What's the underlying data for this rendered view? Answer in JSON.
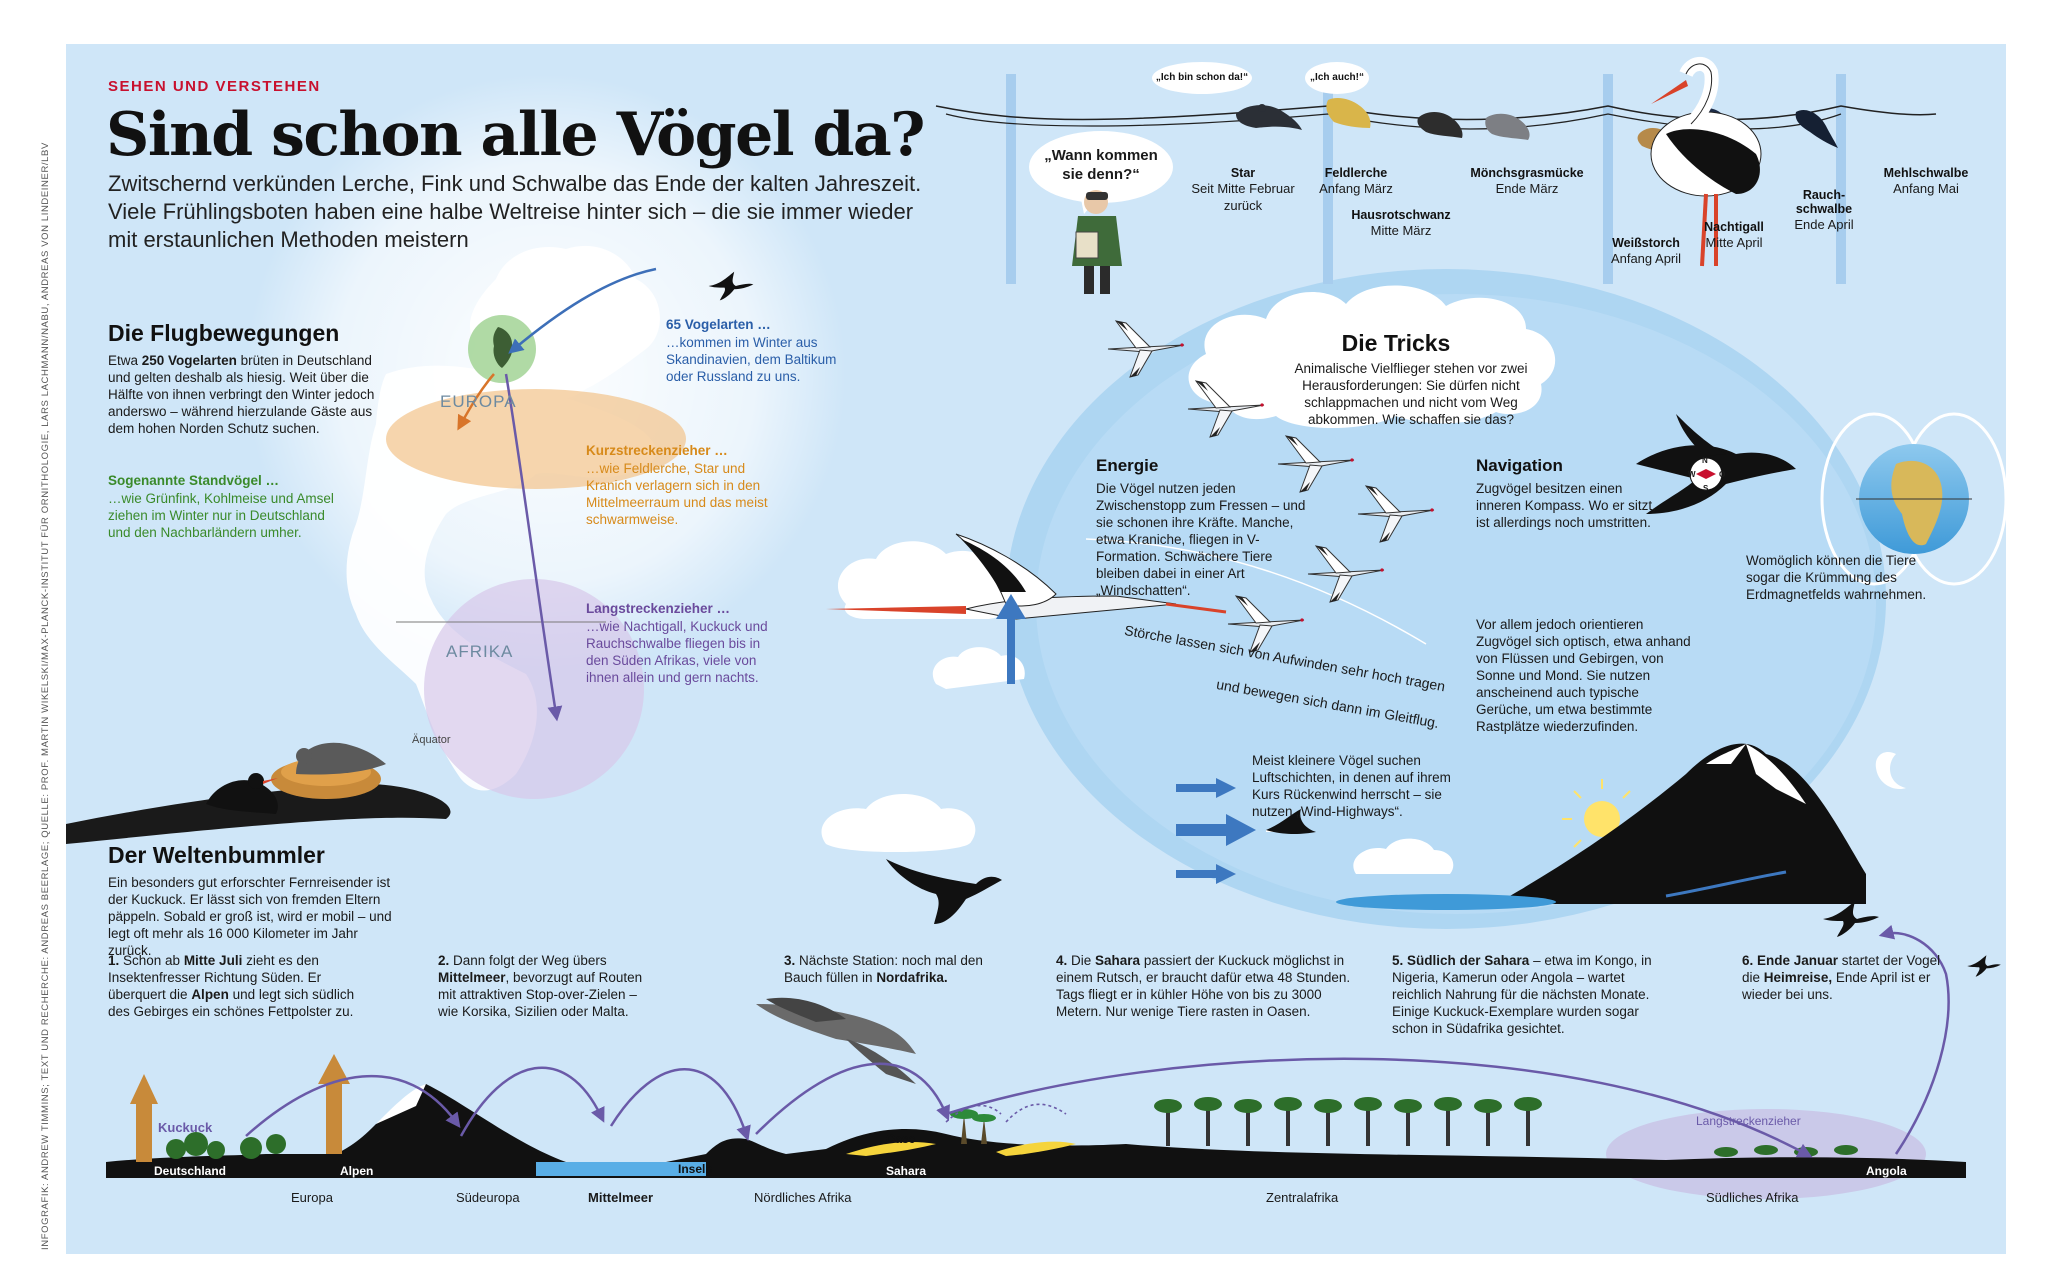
{
  "header": {
    "kicker": "SEHEN UND VERSTEHEN",
    "title": "Sind schon alle Vögel da?",
    "subtitle": "Zwitschernd verkünden Lerche, Fink und Schwalbe das Ende der kalten Jahreszeit. Viele Frühlingsboten haben eine halbe Weltreise hinter sich – die sie immer wieder mit erstaunlichen Methoden meistern"
  },
  "credit": "INFOGRAFIK: ANDREW TIMMINS; TEXT UND RECHERCHE: ANDREAS BEERLAGE; QUELLE: PROF. MARTIN WIKELSKI/MAX-PLANCK-INSTITUT FÜR ORNITHOLOGIE, LARS LACHMANN/NABU, ANDREAS VON LINDEINER/LBV",
  "flight": {
    "title": "Die Flugbewegungen",
    "intro_pre": "Etwa",
    "intro_bold": "250 Vogelarten",
    "intro_post": "brüten in Deutschland und gelten deshalb als hiesig. Weit über die Hälfte von ihnen verbringt den Winter jedoch anderswo – während hierzulande Gäste aus dem hohen Norden Schutz suchen.",
    "resident_title": "Sogenannte Standvögel …",
    "resident_text": "…wie Grünfink, Kohlmeise und Amsel ziehen im Winter nur in Deutschland und den Nachbarländern umher.",
    "guests_title": "65 Vogelarten …",
    "guests_text": "…kommen im Winter aus Skandinavien, dem Baltikum oder Russland zu uns.",
    "short_title": "Kurzstreckenzieher …",
    "short_text": "…wie Feldlerche, Star und Kranich verlagern sich in den Mittelmeerraum und das meist schwarmweise.",
    "long_title": "Langstreckenzieher …",
    "long_text": "…wie Nachtigall, Kuckuck und Rauchschwalbe fliegen bis in den Süden Afrikas, viele von ihnen allein und gern nachts.",
    "europe": "EUROPA",
    "africa": "AFRIKA",
    "equator": "Äquator"
  },
  "arrivals": {
    "speech": "„Wann kommen sie denn?“",
    "bubble1": "„Ich bin schon da!“",
    "bubble2": "„Ich auch!“",
    "birds": [
      {
        "name": "Star",
        "when": "Seit Mitte Februar zurück"
      },
      {
        "name": "Feldlerche",
        "when": "Anfang März"
      },
      {
        "name": "Hausrotschwanz",
        "when": "Mitte März"
      },
      {
        "name": "Mönchsgrasmücke",
        "when": "Ende März"
      },
      {
        "name": "Weißstorch",
        "when": "Anfang April"
      },
      {
        "name": "Nachtigall",
        "when": "Mitte April"
      },
      {
        "name": "Rauch-schwalbe",
        "when": "Ende April"
      },
      {
        "name": "Mehlschwalbe",
        "when": "Anfang Mai"
      }
    ]
  },
  "tricks": {
    "title": "Die Tricks",
    "intro": "Animalische Vielflieger stehen vor zwei Herausforderungen: Sie dürfen nicht schlappmachen und nicht vom Weg abkommen. Wie schaffen sie das?",
    "energy_title": "Energie",
    "energy_text": "Die Vögel nutzen jeden Zwischenstopp zum Fressen – und sie schonen ihre Kräfte. Manche, etwa Kraniche, fliegen in V-Formation. Schwächere Tiere bleiben dabei in einer Art „Windschatten“.",
    "nav_title": "Navigation",
    "nav_text": "Zugvögel besitzen einen inneren Kompass. Wo er sitzt, ist allerdings noch umstritten.",
    "magnet_text": "Womöglich können die Tiere sogar die Krümmung des Erdmagnetfelds wahrnehmen.",
    "optic_text": "Vor allem jedoch orientieren Zugvögel sich optisch, etwa anhand von Flüssen und Gebirgen, von Sonne und Mond. Sie nutzen anscheinend auch typische Gerüche, um etwa bestimmte Rastplätze wiederzufinden.",
    "wind_text": "Meist kleinere Vögel suchen Luftschichten, in denen auf ihrem Kurs Rückenwind herrscht – sie nutzen „Wind-Highways“.",
    "stork_line1": "Störche lassen sich von Aufwinden sehr hoch tragen",
    "stork_line2": "und bewegen sich dann im Gleitflug.",
    "compass": [
      "N",
      "O",
      "S",
      "W"
    ]
  },
  "cuckoo": {
    "title": "Der Weltenbummler",
    "intro": "Ein besonders gut erforschter Fernreisender ist der Kuckuck. Er lässt sich von fremden Eltern päppeln. Sobald er groß ist, wird er mobil – und legt oft mehr als 16 000 Kilometer im Jahr zurück.",
    "steps": [
      {
        "num": "1.",
        "parts": [
          [
            "Schon ab ",
            false
          ],
          [
            "Mitte Juli",
            true
          ],
          [
            " zieht es den Insektenfresser Richtung Süden. Er überquert die ",
            false
          ],
          [
            "Alpen",
            true
          ],
          [
            " und legt sich südlich des Gebirges ein schönes Fettpolster zu.",
            false
          ]
        ]
      },
      {
        "num": "2.",
        "parts": [
          [
            "Dann folgt der Weg übers ",
            false
          ],
          [
            "Mittelmeer",
            true
          ],
          [
            ", bevorzugt auf Routen mit attraktiven Stop-over-Zielen – wie Korsika, Sizilien oder Malta.",
            false
          ]
        ]
      },
      {
        "num": "3.",
        "parts": [
          [
            "Nächste Station: noch mal den Bauch füllen in ",
            false
          ],
          [
            "Nordafrika.",
            true
          ]
        ]
      },
      {
        "num": "4.",
        "parts": [
          [
            "Die ",
            false
          ],
          [
            "Sahara",
            true
          ],
          [
            " passiert der Kuckuck möglichst in einem Rutsch, er braucht dafür etwa 48 Stunden. Tags fliegt er in kühler Höhe von bis zu 3000 Metern. Nur wenige Tiere rasten in Oasen.",
            false
          ]
        ]
      },
      {
        "num": "5.",
        "parts": [
          [
            "Südlich der Sahara",
            true
          ],
          [
            " – etwa im Kongo, in Nigeria, Kamerun oder Angola – wartet reichlich Nahrung für die nächsten Monate. Einige Kuckuck-Exemplare wurden sogar schon in Südafrika gesichtet.",
            false
          ]
        ]
      },
      {
        "num": "6.",
        "parts": [
          [
            "Ende Januar",
            true
          ],
          [
            " startet der Vogel die ",
            false
          ],
          [
            "Heimreise,",
            true
          ],
          [
            " Ende April ist er wieder bei uns.",
            false
          ]
        ]
      }
    ],
    "places": {
      "kuckuck": "Kuckuck",
      "deutschland": "Deutschland",
      "alpen": "Alpen",
      "inseln": "Inseln",
      "oase": "Oase",
      "sahara": "Sahara",
      "angola": "Angola",
      "long_distance": "Langstreckenzieher"
    },
    "regions": [
      "Europa",
      "Südeuropa",
      "Mittelmeer",
      "Nördliches Afrika",
      "Zentralafrika",
      "Südliches Afrika"
    ]
  },
  "colors": {
    "background": "#cfe6f8",
    "title_red": "#c8102e",
    "resident_green": "#3a8a2a",
    "short_orange": "#d78a1a",
    "guests_blue": "#2a5ea8",
    "long_purple": "#6a4a9c"
  }
}
